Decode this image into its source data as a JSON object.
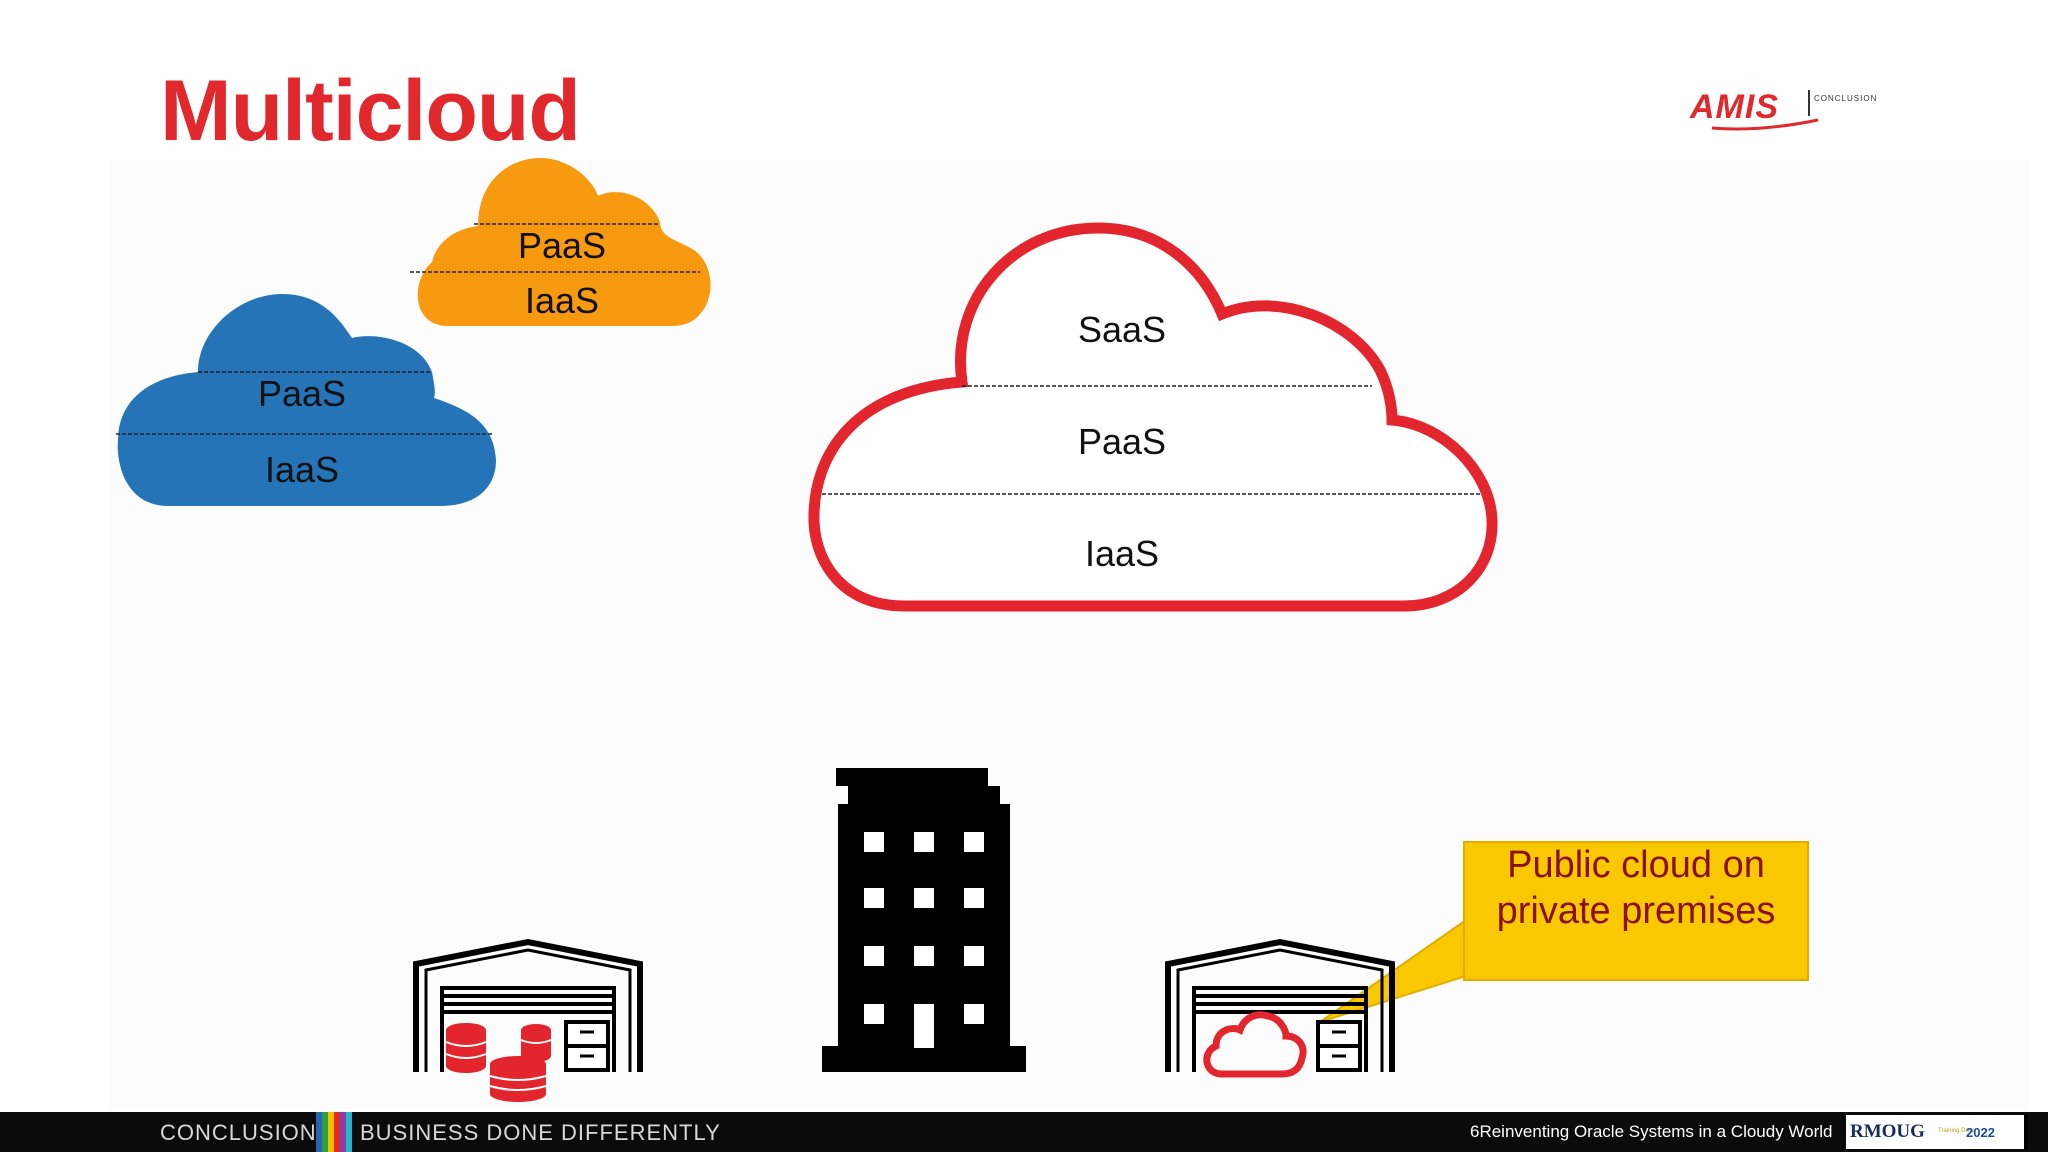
{
  "slide": {
    "title": "Multicloud"
  },
  "logo": {
    "brand": "AMIS",
    "tagline": "CONCLUSION",
    "accent_color": "#e1282d"
  },
  "clouds": {
    "orange": {
      "color": "#f79a0f",
      "layers": [
        "PaaS",
        "IaaS"
      ]
    },
    "blue": {
      "color": "#2574b8",
      "layers": [
        "PaaS",
        "IaaS"
      ]
    },
    "red": {
      "color": "#e3262e",
      "layers": [
        "SaaS",
        "PaaS",
        "IaaS"
      ]
    }
  },
  "callout": {
    "text": "Public cloud on private premises",
    "fill": "#f9c800",
    "text_color": "#8a1010"
  },
  "buildings": {
    "left": "warehouse-with-databases",
    "center": "office-building",
    "right": "warehouse-with-cloud"
  },
  "footer": {
    "left": "CONCLUSION",
    "middle": "BUSINESS DONE DIFFERENTLY",
    "right": "6Reinventing Oracle Systems in a Cloudy World",
    "rmoug": "RMOUG",
    "rmoug_small": "Training Days",
    "rmoug_year": "2022"
  }
}
